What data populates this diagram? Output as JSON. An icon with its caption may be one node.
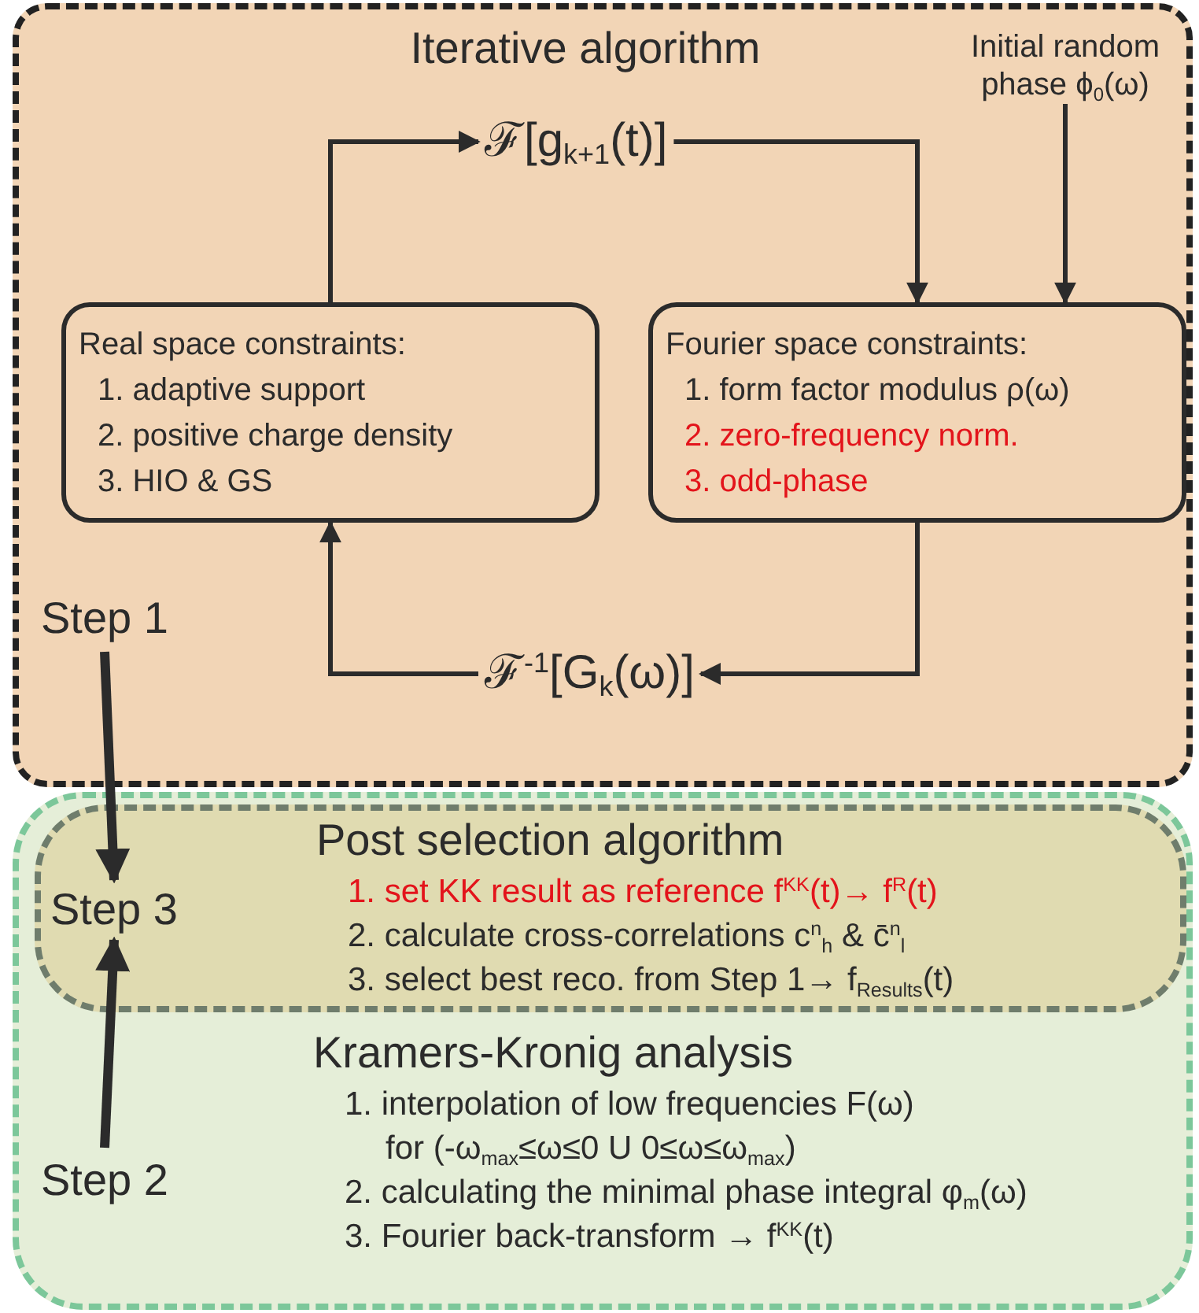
{
  "diagram": {
    "nodes": [
      {
        "text": [
          "Iterative algorithm"
        ]
      },
      {
        "text": [
          "ℱ[g$_{k+1}$(t)]"
        ],
        "in": 0
      },
      {
        "text": [
          "Initial random phase ϕ$_{0}$(ω)"
        ],
        "in": 0
      },
      {
        "text": [
          "Real space constraints:",
          "1. adaptive support",
          "2. positive charge density",
          "3. HIO & GS"
        ],
        "in": 0
      },
      {
        "text": [
          "Fourier space constraints:",
          "1. form factor modulus ρ(ω)",
          "2. zero-frequency norm.",
          "3. odd-phase"
        ],
        "in": 0
      },
      {
        "text": [
          "ℱ$^{-1}$[G$_{k}$(ω)]"
        ],
        "in": 0
      },
      {
        "text": [
          "Step 1"
        ],
        "in": 0
      },
      {
        "text": [
          "Kramers-Kronig analysis",
          "1. interpolation of low frequencies F(ω) for (-ω$_{max}$≤ω≤0 U 0≤ω≤ω$_{max}$)",
          "2. calculating the minimal phase integral φ$_{m}$(ω)",
          "3. Fourier back-transform → f$^{KK}$(t)"
        ]
      },
      {
        "text": [
          "Post selection algorithm",
          "1. set KK result as reference  f$^{KK}$(t)→ f$^{R}$(t)",
          "2. calculate cross-correlations  c$^{n}$$_{h}$ & c̄$^{n}$$_{l}$",
          "3. select best reco. from Step 1→ f$_{Results}$(t)"
        ],
        "in": 7
      },
      {
        "text": [
          "Step 3"
        ],
        "in": 8
      },
      {
        "text": [
          "Step 2"
        ],
        "in": 7
      }
    ],
    "edges": [
      {
        "from": 3,
        "to": 1,
        "arrow": "to"
      },
      {
        "from": 1,
        "to": 4,
        "arrow": "to"
      },
      {
        "from": 2,
        "to": 4,
        "arrow": "to"
      },
      {
        "from": 4,
        "to": 5,
        "arrow": "to"
      },
      {
        "from": 5,
        "to": 3,
        "arrow": "to"
      },
      {
        "from": 6,
        "to": 9,
        "arrow": "to",
        "style": "thick"
      },
      {
        "from": 10,
        "to": 9,
        "arrow": "to",
        "style": "thick"
      }
    ]
  }
}
